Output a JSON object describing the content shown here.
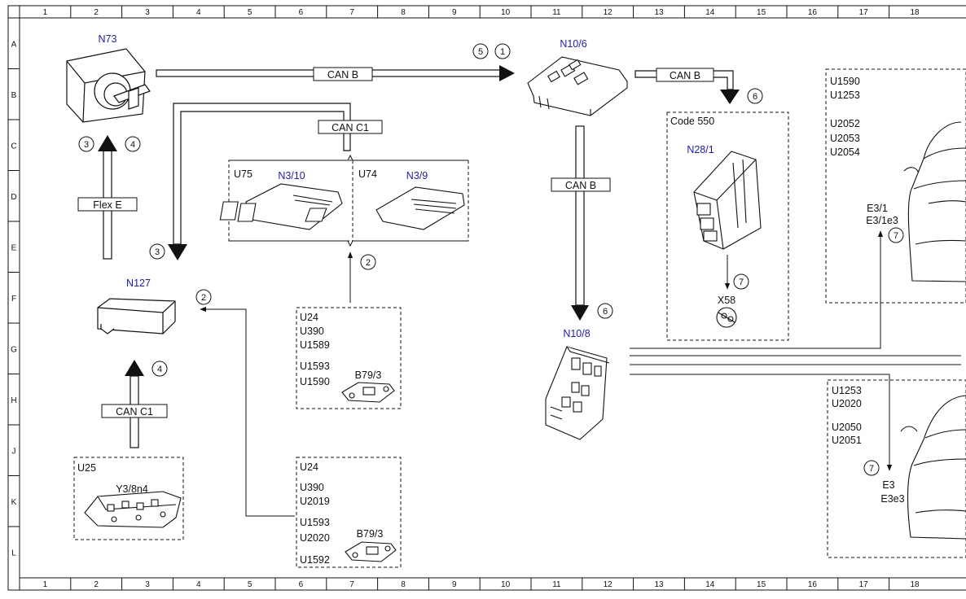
{
  "grid": {
    "columns": [
      "1",
      "2",
      "3",
      "4",
      "5",
      "6",
      "7",
      "8",
      "9",
      "10",
      "11",
      "12",
      "13",
      "14",
      "15",
      "16",
      "17",
      "18"
    ],
    "rows": [
      "A",
      "B",
      "C",
      "D",
      "E",
      "F",
      "G",
      "H",
      "J",
      "K",
      "L"
    ]
  },
  "components": {
    "n73": "N73",
    "n10_6": "N10/6",
    "n127": "N127",
    "n10_8": "N10/8",
    "n3_10": "N3/10",
    "n3_9": "N3/9",
    "n28_1": "N28/1"
  },
  "buses": {
    "can_b_top": "CAN B",
    "can_b_right": "CAN B",
    "can_b_vertical": "CAN B",
    "can_c1_top": "CAN C1",
    "can_c1_bottom": "CAN C1",
    "flex_e": "Flex E"
  },
  "markers": {
    "m3a": "3",
    "m4a": "4",
    "m5": "5",
    "m1": "1",
    "m6a": "6",
    "m3b": "3",
    "m2a": "2",
    "m2b": "2",
    "m6b": "6",
    "m4b": "4",
    "m7a": "7",
    "m7b": "7",
    "m7c": "7"
  },
  "ecu_group": {
    "u75": "U75",
    "u74": "U74"
  },
  "code_box": {
    "title": "Code 550",
    "x58": "X58"
  },
  "box_upper_mid": {
    "codes": [
      "U24",
      "U390",
      "U1589",
      "U1593",
      "U1590"
    ],
    "sensor": "B79/3"
  },
  "box_lower_mid": {
    "codes": [
      "U24",
      "U390",
      "U2019",
      "U1593",
      "U2020",
      "U1592"
    ],
    "sensor": "B79/3"
  },
  "box_u25": {
    "code": "U25",
    "label": "Y3/8n4"
  },
  "box_right_top": {
    "codes": [
      "U1590",
      "U1253",
      "U2052",
      "U2053",
      "U2054"
    ],
    "label1": "E3/1",
    "label2": "E3/1e3"
  },
  "box_right_bottom": {
    "codes": [
      "U1253",
      "U2020",
      "U2050",
      "U2051"
    ],
    "label1": "E3",
    "label2": "E3e3"
  }
}
